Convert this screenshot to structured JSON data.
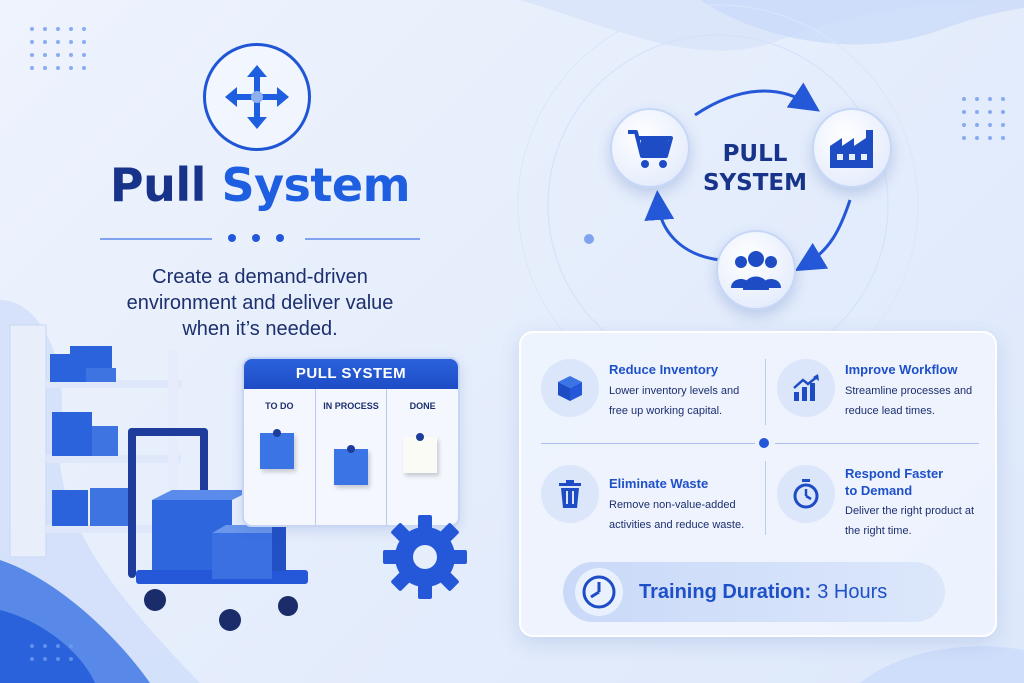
{
  "hero": {
    "icon": "move-arrows-icon",
    "title_part1": "Pull",
    "title_part2": "System",
    "subtitle": "Create a demand-driven environment and deliver value when it’s needed."
  },
  "board": {
    "title": "PULL SYSTEM",
    "columns": [
      "TO DO",
      "IN PROCESS",
      "DONE"
    ]
  },
  "cycle": {
    "center_line1": "PULL",
    "center_line2": "SYSTEM",
    "nodes": [
      "shopping-cart-icon",
      "factory-icon",
      "customers-icon"
    ]
  },
  "benefits": [
    {
      "icon": "box-icon",
      "title": "Reduce Inventory",
      "desc_line1": "Lower inventory levels and",
      "desc_line2": "free up working capital."
    },
    {
      "icon": "growth-chart-icon",
      "title": "Improve Workflow",
      "desc_line1": "Streamline processes and",
      "desc_line2": "reduce lead times."
    },
    {
      "icon": "trash-icon",
      "title": "Eliminate Waste",
      "desc_line1": "Remove non-value-added",
      "desc_line2": "activities and reduce waste."
    },
    {
      "icon": "stopwatch-icon",
      "title_line1": "Respond Faster",
      "title_line2": "to Demand",
      "desc_line1": "Deliver the right product at",
      "desc_line2": "the right time."
    }
  ],
  "training": {
    "label": "Training Duration:",
    "value": "3 Hours",
    "icon": "clock-icon"
  },
  "colors": {
    "primary": "#1d5fe0",
    "dark": "#17338a",
    "background": "#e8effc"
  }
}
